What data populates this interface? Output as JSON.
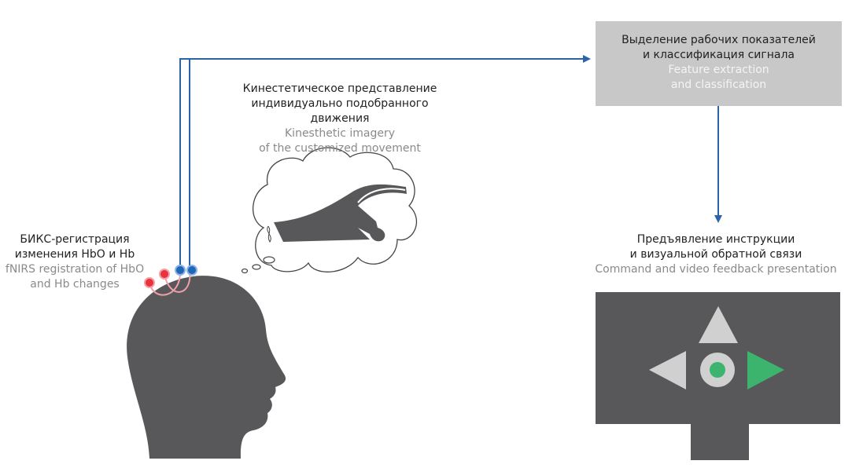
{
  "fnirs_label": {
    "ru1": "БИКС-регистрация",
    "ru2": "изменения HbO и Hb",
    "en1": "fNIRS registration of HbO",
    "en2": "and Hb changes"
  },
  "imagery_label": {
    "ru1": "Кинестетическое представление",
    "ru2": "индивидуально подобранного движения",
    "en1": "Kinesthetic imagery",
    "en2": "of the customized movement"
  },
  "classification_box": {
    "ru1": "Выделение рабочих показателей",
    "ru2": "и классификация сигнала",
    "en1": "Feature extraction",
    "en2": "and classification"
  },
  "feedback_label": {
    "ru1": "Предъявление инструкции",
    "ru2": "и визуальной обратной связи",
    "en1": "Command and video feedback presentation"
  },
  "colors": {
    "signal_line": "#2b62a8",
    "hbo_optode": "#e8323c",
    "hb_optode": "#2167b8",
    "silhouette": "#58585a",
    "box": "#c8c8c9",
    "arrow_active": "#3cb46e",
    "arrow_idle": "#d0d0d0"
  }
}
